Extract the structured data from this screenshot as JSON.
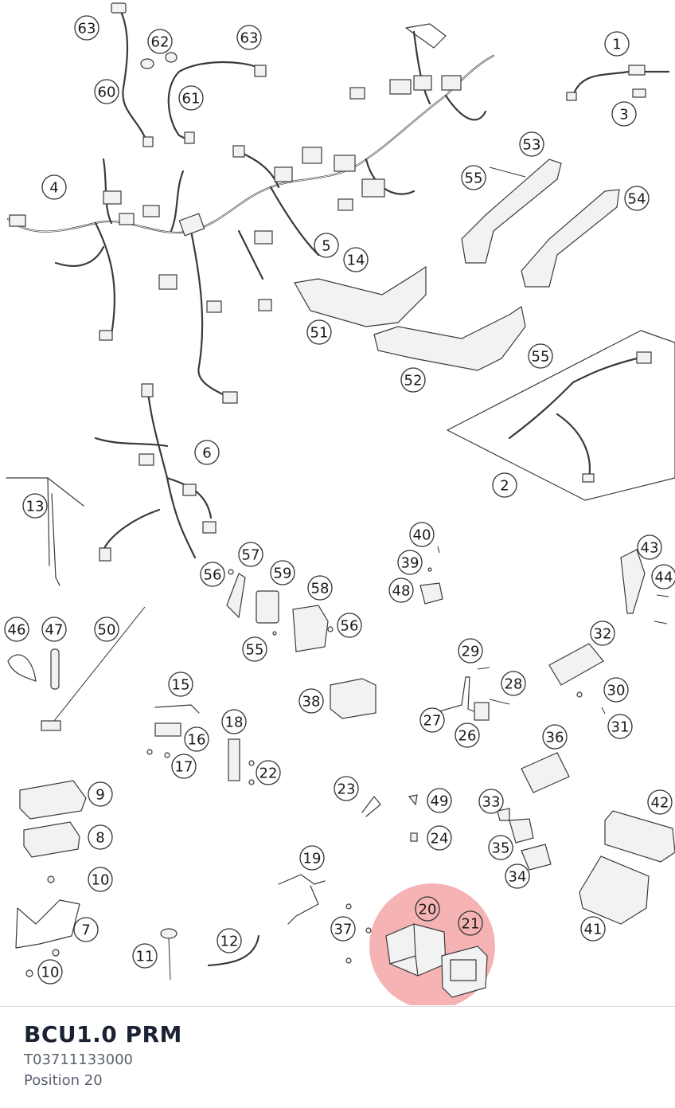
{
  "highlight_color": "#f08080",
  "callouts": [
    {
      "id": "c63a",
      "label": "63"
    },
    {
      "id": "c62",
      "label": "62"
    },
    {
      "id": "c63b",
      "label": "63"
    },
    {
      "id": "c60",
      "label": "60"
    },
    {
      "id": "c61",
      "label": "61"
    },
    {
      "id": "c1",
      "label": "1"
    },
    {
      "id": "c3",
      "label": "3"
    },
    {
      "id": "c53",
      "label": "53"
    },
    {
      "id": "c55a",
      "label": "55"
    },
    {
      "id": "c54",
      "label": "54"
    },
    {
      "id": "c4",
      "label": "4"
    },
    {
      "id": "c5",
      "label": "5"
    },
    {
      "id": "c14",
      "label": "14"
    },
    {
      "id": "c51",
      "label": "51"
    },
    {
      "id": "c55b",
      "label": "55"
    },
    {
      "id": "c52",
      "label": "52"
    },
    {
      "id": "c6",
      "label": "6"
    },
    {
      "id": "c2",
      "label": "2"
    },
    {
      "id": "c13",
      "label": "13"
    },
    {
      "id": "c40",
      "label": "40"
    },
    {
      "id": "c39",
      "label": "39"
    },
    {
      "id": "c48",
      "label": "48"
    },
    {
      "id": "c57",
      "label": "57"
    },
    {
      "id": "c56a",
      "label": "56"
    },
    {
      "id": "c59",
      "label": "59"
    },
    {
      "id": "c58",
      "label": "58"
    },
    {
      "id": "c56b",
      "label": "56"
    },
    {
      "id": "c55c",
      "label": "55"
    },
    {
      "id": "c43",
      "label": "43"
    },
    {
      "id": "c44",
      "label": "44"
    },
    {
      "id": "c46",
      "label": "46"
    },
    {
      "id": "c47",
      "label": "47"
    },
    {
      "id": "c50",
      "label": "50"
    },
    {
      "id": "c32",
      "label": "32"
    },
    {
      "id": "c29",
      "label": "29"
    },
    {
      "id": "c28",
      "label": "28"
    },
    {
      "id": "c30",
      "label": "30"
    },
    {
      "id": "c31",
      "label": "31"
    },
    {
      "id": "c15",
      "label": "15"
    },
    {
      "id": "c38",
      "label": "38"
    },
    {
      "id": "c27",
      "label": "27"
    },
    {
      "id": "c26",
      "label": "26"
    },
    {
      "id": "c18",
      "label": "18"
    },
    {
      "id": "c16",
      "label": "16"
    },
    {
      "id": "c17",
      "label": "17"
    },
    {
      "id": "c22",
      "label": "22"
    },
    {
      "id": "c36",
      "label": "36"
    },
    {
      "id": "c9",
      "label": "9"
    },
    {
      "id": "c23",
      "label": "23"
    },
    {
      "id": "c49",
      "label": "49"
    },
    {
      "id": "c33",
      "label": "33"
    },
    {
      "id": "c42",
      "label": "42"
    },
    {
      "id": "c8",
      "label": "8"
    },
    {
      "id": "c24",
      "label": "24"
    },
    {
      "id": "c35",
      "label": "35"
    },
    {
      "id": "c19",
      "label": "19"
    },
    {
      "id": "c34",
      "label": "34"
    },
    {
      "id": "c10a",
      "label": "10"
    },
    {
      "id": "c20",
      "label": "20"
    },
    {
      "id": "c21",
      "label": "21"
    },
    {
      "id": "c7",
      "label": "7"
    },
    {
      "id": "c37",
      "label": "37"
    },
    {
      "id": "c41",
      "label": "41"
    },
    {
      "id": "c12",
      "label": "12"
    },
    {
      "id": "c11",
      "label": "11"
    },
    {
      "id": "c10b",
      "label": "10"
    }
  ],
  "info": {
    "title": "BCU1.0 PRM",
    "part_number": "T03711133000",
    "position": "Position 20"
  }
}
